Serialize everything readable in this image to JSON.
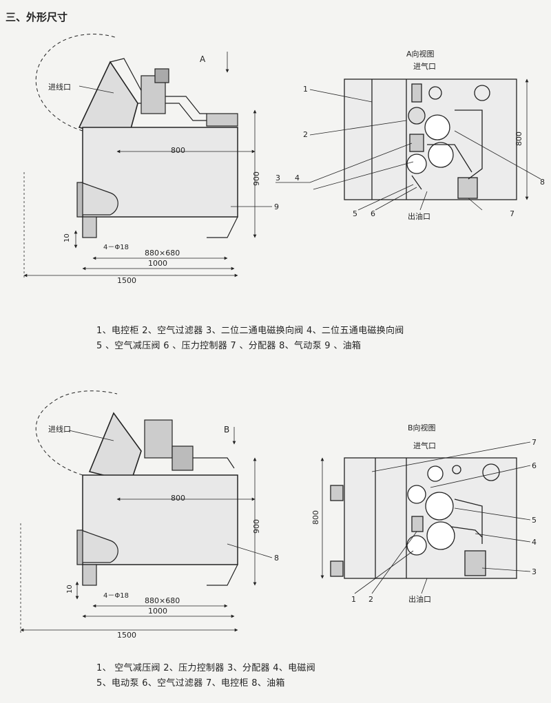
{
  "section_title": "三、外形尺寸",
  "fig1": {
    "arrow_label": "A",
    "view_title": "A向视图",
    "intake": "进气口",
    "cable_inlet": "进线口",
    "oil_outlet": "出油口",
    "dim_800": "800",
    "dim_900": "900",
    "dim_880x680": "880×680",
    "dim_1000": "1000",
    "dim_1500": "1500",
    "dim_10": "10",
    "holes": "4－Φ18",
    "view_height": "800",
    "callouts": [
      "1",
      "2",
      "3",
      "4",
      "5",
      "6",
      "7",
      "8",
      "9"
    ],
    "legend_line1": "1、电控柜 2、空气过滤器 3、二位二通电磁换向阀 4、二位五通电磁换向阀",
    "legend_line2": "5 、空气减压阀 6 、压力控制器 7 、分配器 8、气动泵 9 、油箱"
  },
  "fig2": {
    "arrow_label": "B",
    "view_title": "B向视图",
    "intake": "进气口",
    "cable_inlet": "进线口",
    "oil_outlet": "出油口",
    "dim_800": "800",
    "dim_900": "900",
    "dim_880x680": "880×680",
    "dim_1000": "1000",
    "dim_1500": "1500",
    "dim_10": "10",
    "holes": "4－Φ18",
    "view_height": "800",
    "callouts": [
      "1",
      "2",
      "3",
      "4",
      "5",
      "6",
      "7",
      "8"
    ],
    "legend_line1": "1、  空气减压阀 2、压力控制器 3、分配器 4、电磁阀",
    "legend_line2": "5、电动泵 6、空气过滤器 7、电控柜 8、油箱"
  }
}
